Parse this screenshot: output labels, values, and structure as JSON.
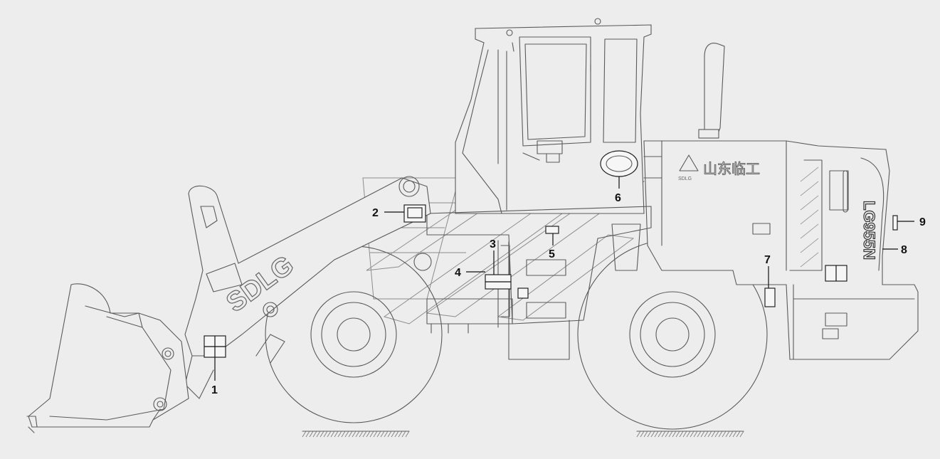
{
  "diagram": {
    "brand_boom": "SDLG",
    "brand_side": "山东临工",
    "brand_logo_text": "SDLG",
    "model": "LG955N",
    "callouts": [
      {
        "label": "1"
      },
      {
        "label": "2"
      },
      {
        "label": "3"
      },
      {
        "label": "4"
      },
      {
        "label": "5"
      },
      {
        "label": "6"
      },
      {
        "label": "7"
      },
      {
        "label": "8"
      },
      {
        "label": "9"
      }
    ]
  }
}
